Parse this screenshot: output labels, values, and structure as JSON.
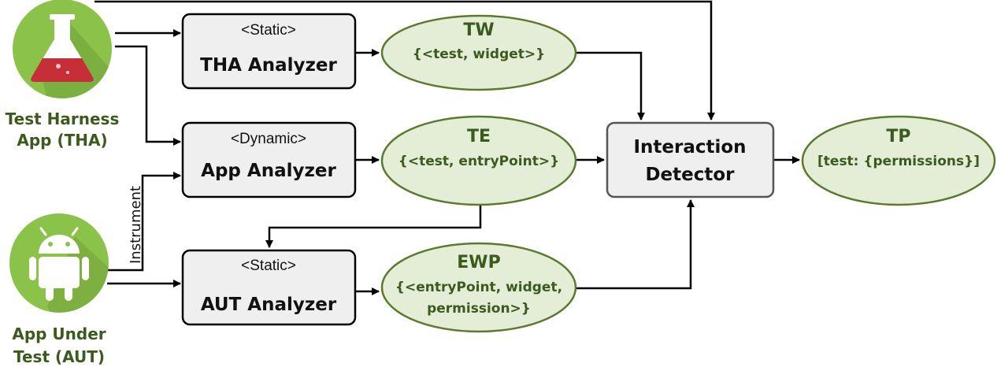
{
  "apps": {
    "tha": {
      "label_line1": "Test Harness",
      "label_line2": "App (THA)",
      "icon": "flask-icon"
    },
    "aut": {
      "label_line1": "App Under",
      "label_line2": "Test (AUT)",
      "icon": "android-icon"
    }
  },
  "processes": {
    "tha_analyzer": {
      "tag": "<Static>",
      "title": "THA Analyzer"
    },
    "app_analyzer": {
      "tag": "<Dynamic>",
      "title": "App Analyzer"
    },
    "aut_analyzer": {
      "tag": "<Static>",
      "title": "AUT Analyzer"
    },
    "interaction_detector": {
      "title_line1": "Interaction",
      "title_line2": "Detector"
    }
  },
  "data_nodes": {
    "tw": {
      "title": "TW",
      "body": "{<test, widget>}"
    },
    "te": {
      "title": "TE",
      "body": "{<test, entryPoint>}"
    },
    "ewp": {
      "title": "EWP",
      "body_line1": "{<entryPoint, widget,",
      "body_line2": "permission>}"
    },
    "tp": {
      "title": "TP",
      "body": "[test:  {permissions}]"
    }
  },
  "edges": {
    "instrument_label": "Instrument"
  },
  "colors": {
    "data_fill": "#e4edd6",
    "data_stroke": "#5a7a2e",
    "process_fill": "#efefef",
    "app_icon_green": "#8bc34a",
    "label_green": "#3d5a1e"
  }
}
